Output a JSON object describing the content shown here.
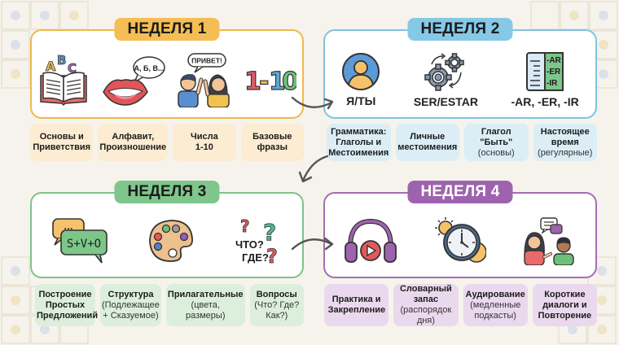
{
  "weeks": [
    {
      "badge": "НЕДЕЛЯ 1",
      "accent": "#f0b84e",
      "badge_bg": "#f5be55",
      "badge_color": "#1c1c1c",
      "topic_bg": "#fbecd2",
      "icons": [
        {
          "name": "abc-book-icon",
          "label": ""
        },
        {
          "name": "lips-speech-icon",
          "label": "",
          "bubble": "А, Б, В..."
        },
        {
          "name": "greeting-people-icon",
          "label": "",
          "bubble": "ПРИВЕТ!"
        },
        {
          "name": "numbers-icon",
          "label": "",
          "text": "1-10"
        }
      ],
      "topics": [
        {
          "main": "Основы и Приветствия",
          "sub": ""
        },
        {
          "main": "Алфавит, Произношение",
          "sub": ""
        },
        {
          "main": "Числа 1-10",
          "sub": ""
        },
        {
          "main": "Базовые фразы",
          "sub": ""
        }
      ]
    },
    {
      "badge": "НЕДЕЛЯ 2",
      "accent": "#7fc3e0",
      "badge_bg": "#86c9e6",
      "badge_color": "#1c1c1c",
      "topic_bg": "#dbeef6",
      "icons": [
        {
          "name": "person-avatar-icon",
          "label": "Я/ТЫ"
        },
        {
          "name": "gears-icon",
          "label": "SER/ESTAR"
        },
        {
          "name": "verb-endings-book-icon",
          "label": "-AR, -ER, -IR",
          "lines": [
            "-AR",
            "-ER",
            "-IR"
          ]
        }
      ],
      "topics": [
        {
          "main": "Грамматика: Глаголы и Местоимения",
          "sub": ""
        },
        {
          "main": "Личные местоимения",
          "sub": ""
        },
        {
          "main": "Глагол \"Быть\"",
          "sub": "(основы)"
        },
        {
          "main": "Настоящее время",
          "sub": "(регулярные)"
        }
      ]
    },
    {
      "badge": "НЕДЕЛЯ 3",
      "accent": "#7cc48a",
      "badge_bg": "#7fc68c",
      "badge_color": "#1c1c1c",
      "topic_bg": "#dcefdc",
      "icons": [
        {
          "name": "sentence-bubbles-icon",
          "label": "",
          "text": "S+V+O",
          "dots": "..."
        },
        {
          "name": "palette-icon",
          "label": ""
        },
        {
          "name": "questions-icon",
          "label": "",
          "lines": [
            "ЧТО?",
            "ГДЕ?"
          ]
        }
      ],
      "topics": [
        {
          "main": "Построение Простых Предложений",
          "sub": ""
        },
        {
          "main": "Структура",
          "sub": "(Подлежащее + Сказуемое)"
        },
        {
          "main": "Прилагательные",
          "sub": "(цвета, размеры)"
        },
        {
          "main": "Вопросы",
          "sub": "(Что? Где? Как?)"
        }
      ]
    },
    {
      "badge": "НЕДЕЛЯ 4",
      "accent": "#a46db3",
      "badge_bg": "#9e63ae",
      "badge_color": "#ffffff",
      "topic_bg": "#ead9ee",
      "icons": [
        {
          "name": "headphones-play-icon",
          "label": ""
        },
        {
          "name": "clock-sun-moon-icon",
          "label": ""
        },
        {
          "name": "dialogue-people-icon",
          "label": ""
        }
      ],
      "topics": [
        {
          "main": "Практика и Закрепление",
          "sub": ""
        },
        {
          "main": "Словарный запас",
          "sub": "(распорядок дня)"
        },
        {
          "main": "Аудирование",
          "sub": "(медленные подкасты)"
        },
        {
          "main": "Короткие диалоги и Повторение",
          "sub": ""
        }
      ]
    }
  ],
  "arrows": [
    {
      "name": "arrow-week1-to-week2",
      "from": "НЕДЕЛЯ 1",
      "to": "НЕДЕЛЯ 2"
    },
    {
      "name": "arrow-week2-to-week3",
      "from": "НЕДЕЛЯ 2",
      "to": "НЕДЕЛЯ 3"
    },
    {
      "name": "arrow-week3-to-week4",
      "from": "НЕДЕЛЯ 3",
      "to": "НЕДЕЛЯ 4"
    }
  ]
}
